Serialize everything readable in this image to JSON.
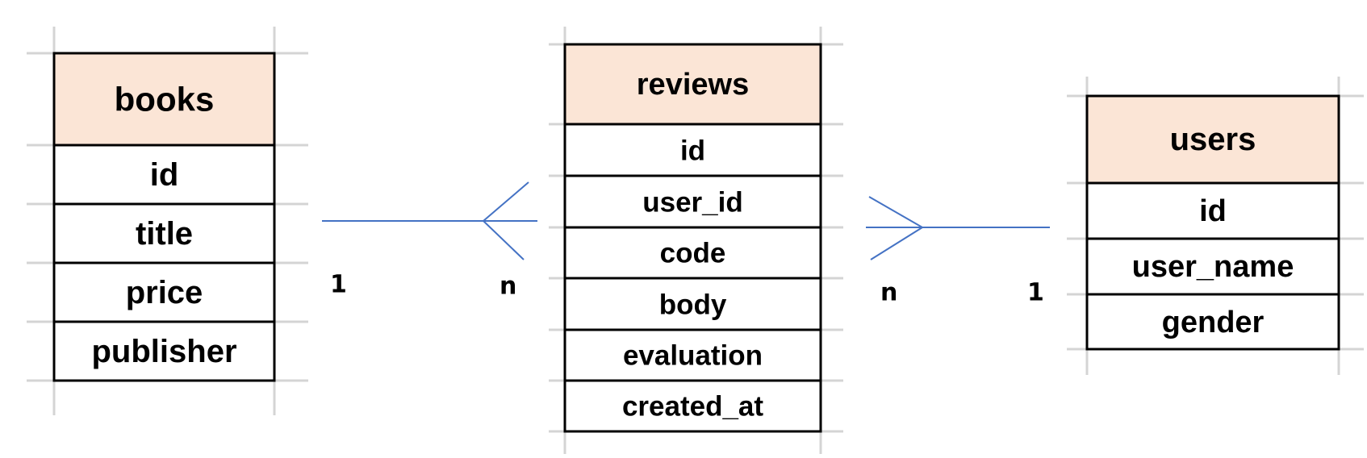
{
  "tables": [
    {
      "name": "books",
      "columns": [
        "id",
        "title",
        "price",
        "publisher"
      ]
    },
    {
      "name": "reviews",
      "columns": [
        "id",
        "user_id",
        "code",
        "body",
        "evaluation",
        "created_at"
      ]
    },
    {
      "name": "users",
      "columns": [
        "id",
        "user_name",
        "gender"
      ]
    }
  ],
  "relations": [
    {
      "from": "books",
      "to": "reviews",
      "from_cardinality": "1",
      "to_cardinality": "n"
    },
    {
      "from": "reviews",
      "to": "users",
      "from_cardinality": "n",
      "to_cardinality": "1"
    }
  ],
  "colors": {
    "header": "#fbe5d6",
    "border": "#000000",
    "relation_line": "#4472c4",
    "gridline": "#d4d4d4"
  }
}
